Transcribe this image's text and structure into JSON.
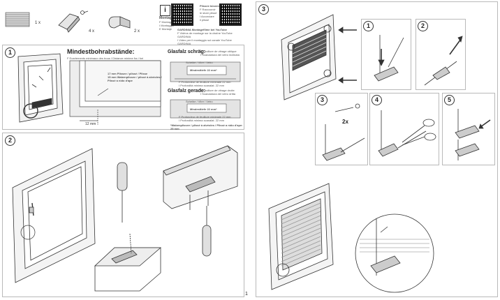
{
  "parts": {
    "blind_qty": "1 x",
    "clip_qty": "4 x",
    "cleat_qty": "2 x",
    "info_title": "Montage",
    "info_lines": [
      "F  Montage",
      "I  Montaggio",
      "E  Montaje"
    ],
    "video_title_right": "Plissee kürzen",
    "video_lines_right": [
      "F  Raccourcir",
      "    le store plissé",
      "I  Accorciare",
      "    il plissé"
    ],
    "video_header": "GARDINIA Montagefilme bei YouTube",
    "video_lines": [
      "F  Vidéos de montage sur la chaîne YouTube GARDINIA",
      "I  Video per il montaggio sul canale YouTube GARDINIA"
    ]
  },
  "step1": {
    "number": "1",
    "title": "Mindestbohrabstände:",
    "subtitle": "F  Ecartements minimaux des trous   I  Distanze minime fra i fori",
    "note_a": "17 mm Plissee / plissé / Plisse",
    "note_b": "15 mm Wabenplissee / plissé à alvéoles / Plissé a nido d'ape",
    "dim": "12 mm",
    "glass_oblique_title": "Glasfalz schräg:",
    "glass_oblique_sub": [
      "F  Feuillure de vitrage oblique",
      "I  Scanalatura del vetro inclinata"
    ],
    "glass_straight_title": "Glasfalz gerade:",
    "glass_straight_sub": [
      "F  Feuillure de vitrage droite",
      "I  Scanalatura del vetro dritta"
    ],
    "label_scheibe": "Scheibe / Vitre / Vetro",
    "label_min": "Mindesttiefe 22 mm*",
    "label_prof": [
      "F  Profondeur de feuillure minimale 22 mm",
      "I  Profondità minima scanalat. 22 mm"
    ],
    "footnote": "*Wabenplissee / plissé à alvéoles / Plissé a nido d'ape: 25 mm"
  },
  "step2": {
    "number": "2"
  },
  "step3": {
    "number": "3",
    "sub_steps": [
      "1",
      "2",
      "3",
      "4",
      "5"
    ],
    "screw_qty": "2x"
  },
  "page_number": "1"
}
